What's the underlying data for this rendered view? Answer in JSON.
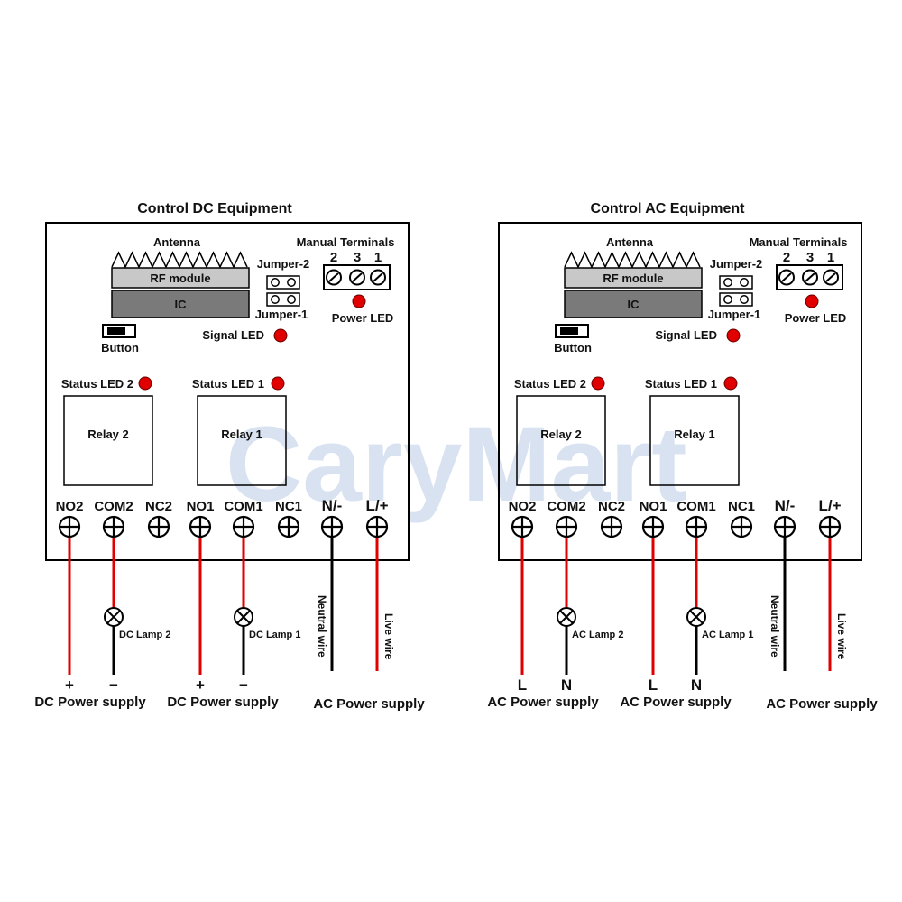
{
  "watermark": "CaryMart",
  "colors": {
    "wire_live": "#e00000",
    "wire_neutral": "#000000",
    "led": "#e00000",
    "module_gray": "#c8c8c8",
    "ic_gray": "#7a7a7a",
    "watermark": "#a9bfe0"
  },
  "panels": [
    {
      "title": "Control DC Equipment",
      "antenna": "Antenna",
      "rf_module": "RF module",
      "ic": "IC",
      "jumper2": "Jumper-2",
      "jumper1": "Jumper-1",
      "manual_terminals": "Manual Terminals",
      "manual_numbers": [
        "2",
        "3",
        "1"
      ],
      "power_led": "Power LED",
      "button": "Button",
      "signal_led": "Signal LED",
      "status_led2": "Status LED 2",
      "status_led1": "Status LED 1",
      "relay2": "Relay 2",
      "relay1": "Relay 1",
      "terminals": [
        "NO2",
        "COM2",
        "NC2",
        "NO1",
        "COM1",
        "NC1",
        "N/-",
        "L/+"
      ],
      "lamp2": "DC Lamp 2",
      "lamp1": "DC Lamp 1",
      "neutral_wire": "Neutral wire",
      "live_wire": "Live wire",
      "supply_marks": [
        "+",
        "−",
        "+",
        "−"
      ],
      "supply1": "DC Power supply",
      "supply2": "DC Power supply",
      "supply3": "AC Power supply"
    },
    {
      "title": "Control AC Equipment",
      "antenna": "Antenna",
      "rf_module": "RF module",
      "ic": "IC",
      "jumper2": "Jumper-2",
      "jumper1": "Jumper-1",
      "manual_terminals": "Manual Terminals",
      "manual_numbers": [
        "2",
        "3",
        "1"
      ],
      "power_led": "Power LED",
      "button": "Button",
      "signal_led": "Signal LED",
      "status_led2": "Status LED 2",
      "status_led1": "Status LED 1",
      "relay2": "Relay 2",
      "relay1": "Relay 1",
      "terminals": [
        "NO2",
        "COM2",
        "NC2",
        "NO1",
        "COM1",
        "NC1",
        "N/-",
        "L/+"
      ],
      "lamp2": "AC Lamp 2",
      "lamp1": "AC Lamp 1",
      "neutral_wire": "Neutral wire",
      "live_wire": "Live wire",
      "supply_marks": [
        "L",
        "N",
        "L",
        "N"
      ],
      "supply1": "AC Power supply",
      "supply2": "AC Power supply",
      "supply3": "AC Power supply"
    }
  ]
}
